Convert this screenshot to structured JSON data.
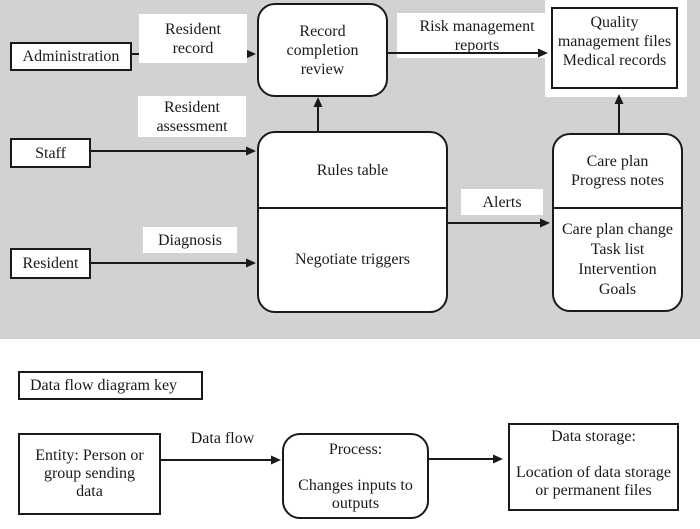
{
  "colors": {
    "bg_gray": "#d2d2d2",
    "box_fill": "#ffffff",
    "ink": "#1a1a1a"
  },
  "diagram": {
    "entities": {
      "administration": "Administration",
      "staff": "Staff",
      "resident": "Resident"
    },
    "flows": {
      "resident_record": "Resident\nrecord",
      "resident_assessment": "Resident\nassessment",
      "diagnosis": "Diagnosis",
      "risk_management_reports": "Risk management\nreports",
      "alerts": "Alerts"
    },
    "processes": {
      "record_completion_review": "Record\ncompletion\nreview",
      "rules_table": "Rules table",
      "negotiate_triggers": "Negotiate triggers",
      "care_plan": "Care plan\nProgress notes",
      "care_plan_change": "Care plan change\nTask list\nIntervention\nGoals"
    },
    "storage": {
      "quality": "Quality\nmanagement files\nMedical records"
    }
  },
  "key": {
    "title": "Data flow diagram key",
    "entity": "Entity: Person or\ngroup sending\ndata",
    "flow": "Data flow",
    "process": "Process:\n\nChanges inputs to\noutputs",
    "storage": "Data storage:\n\nLocation of data storage\nor permanent files"
  }
}
